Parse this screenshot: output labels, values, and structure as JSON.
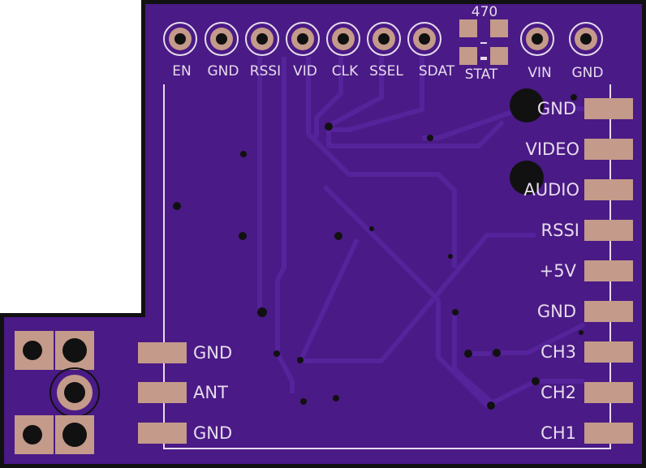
{
  "header_pins": {
    "labels": [
      "EN",
      "GND",
      "RSSI",
      "VID",
      "CLK",
      "SSEL",
      "SDAT"
    ],
    "resistor_value": "470",
    "status_label": "STAT",
    "power_labels": [
      "VIN",
      "GND"
    ]
  },
  "right_pads": {
    "labels": [
      "GND",
      "VIDEO",
      "AUDIO",
      "RSSI",
      "+5V",
      "GND",
      "CH3",
      "CH2",
      "CH1"
    ]
  },
  "antenna_pads": {
    "labels": [
      "GND",
      "ANT",
      "GND"
    ]
  },
  "colors": {
    "board": "#4a1a86",
    "trace": "#55239a",
    "copper_pad": "#c49a8a",
    "silkscreen": "#e6dced",
    "outline": "#111111"
  }
}
